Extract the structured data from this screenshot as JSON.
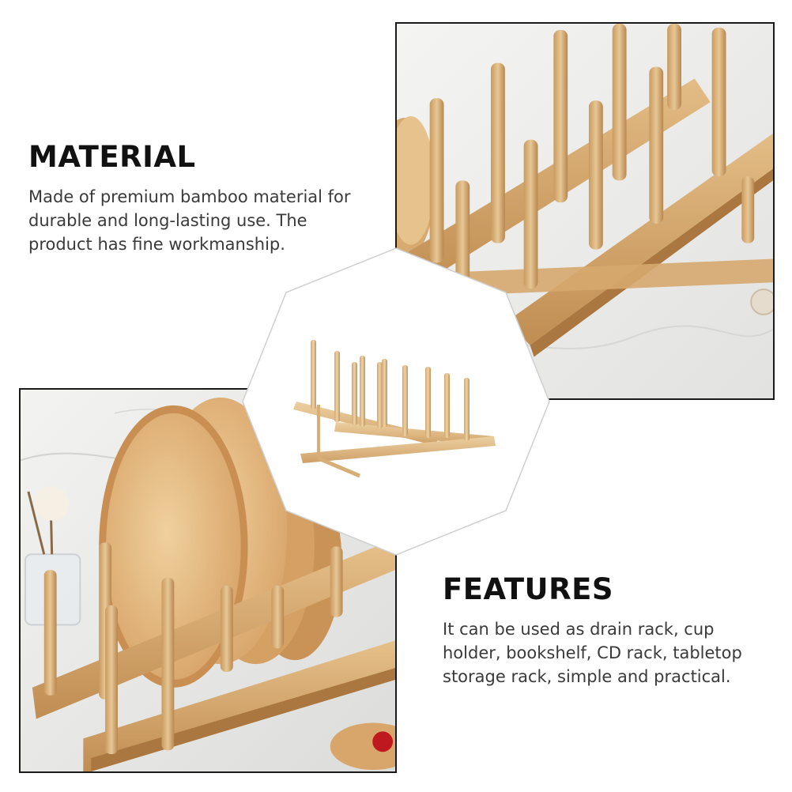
{
  "material": {
    "heading": "MATERIAL",
    "body": "Made of premium bamboo material for durable and long-lasting use. The product has fine workmanship."
  },
  "features": {
    "heading": "FEATURES",
    "body": "It can be used as drain rack, cup holder, bookshelf, CD rack, tabletop storage rack, simple and practical."
  },
  "colors": {
    "bamboo": "#d9b07a",
    "bamboo_dark": "#b8874f",
    "bamboo_light": "#ecd2a6",
    "marble": "#eeeeec",
    "frame_border": "#1a1a1a",
    "berry": "#c0181f"
  },
  "images": {
    "top_right": "bamboo-rack-closeup-photo",
    "bottom_left": "rack-with-wooden-plates-photo",
    "center": "product-on-white-photo"
  }
}
